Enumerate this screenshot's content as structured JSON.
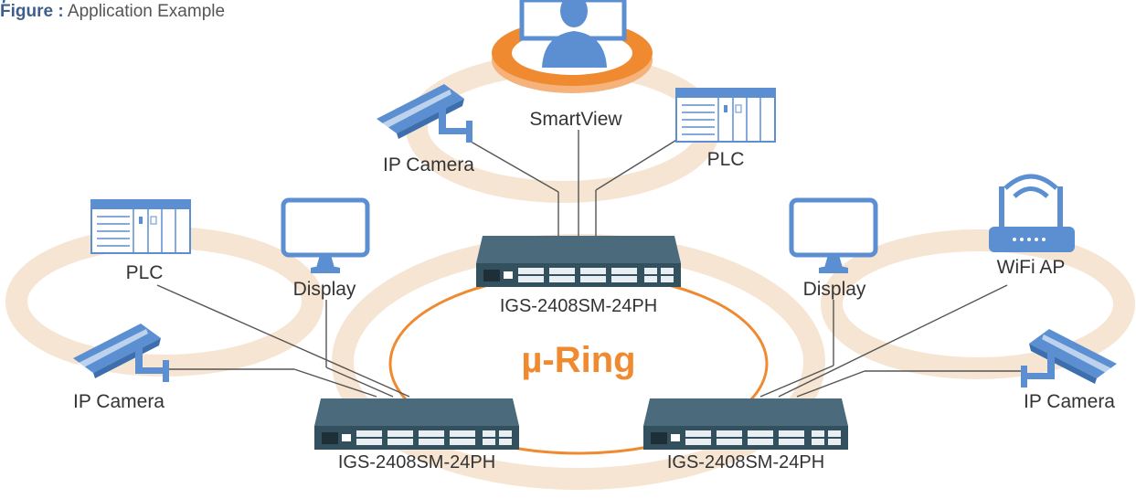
{
  "figure": {
    "prefix": "Figure :",
    "title": "Application Example"
  },
  "ring": {
    "label": "µ-Ring",
    "color": "#f08a30"
  },
  "colors": {
    "device_blue": "#5b8fd1",
    "halo": "#f6e5d2",
    "accent_orange": "#f08a30",
    "switch_body": "#3e5a6a"
  },
  "devices": {
    "top": {
      "smartview": "SmartView",
      "ip_camera": "IP Camera",
      "plc": "PLC",
      "switch": "IGS-2408SM-24PH"
    },
    "left": {
      "plc": "PLC",
      "display": "Display",
      "ip_camera": "IP Camera",
      "switch": "IGS-2408SM-24PH"
    },
    "right": {
      "display": "Display",
      "wifi_ap": "WiFi AP",
      "ip_camera": "IP Camera",
      "switch": "IGS-2408SM-24PH"
    }
  },
  "icons": [
    "person-monitor-icon",
    "ip-camera-icon",
    "plc-icon",
    "display-icon",
    "wifi-router-icon",
    "switch-icon"
  ]
}
